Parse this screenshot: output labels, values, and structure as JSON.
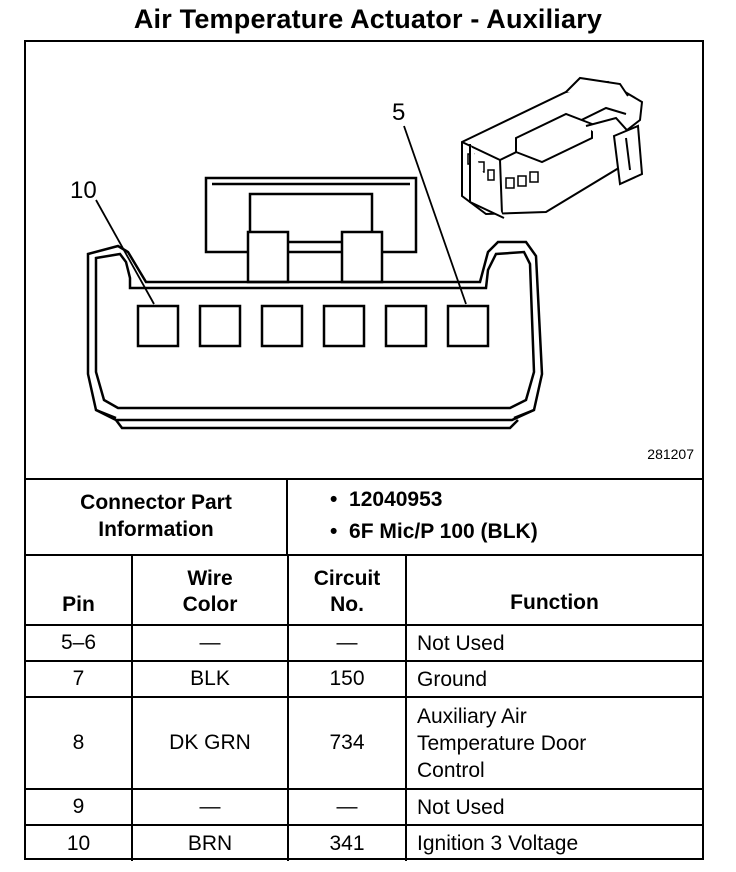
{
  "title": "Air Temperature Actuator - Auxiliary",
  "diagram": {
    "label_pin10": "10",
    "label_pin5": "5",
    "figure_number": "281207"
  },
  "connector_info": {
    "label_line1": "Connector Part",
    "label_line2": "Information",
    "items": [
      "12040953",
      "6F Mic/P 100 (BLK)"
    ]
  },
  "table": {
    "headers": {
      "pin": "Pin",
      "wire_color_1": "Wire",
      "wire_color_2": "Color",
      "circuit_1": "Circuit",
      "circuit_2": "No.",
      "function": "Function"
    },
    "rows": [
      {
        "pin": "5–6",
        "color": "—",
        "circuit": "—",
        "function": "Not Used"
      },
      {
        "pin": "7",
        "color": "BLK",
        "circuit": "150",
        "function": "Ground"
      },
      {
        "pin": "8",
        "color": "DK GRN",
        "circuit": "734",
        "function_lines": [
          "Auxiliary Air",
          "Temperature Door",
          "Control"
        ]
      },
      {
        "pin": "9",
        "color": "—",
        "circuit": "—",
        "function": "Not Used"
      },
      {
        "pin": "10",
        "color": "BRN",
        "circuit": "341",
        "function": "Ignition 3 Voltage"
      }
    ]
  }
}
